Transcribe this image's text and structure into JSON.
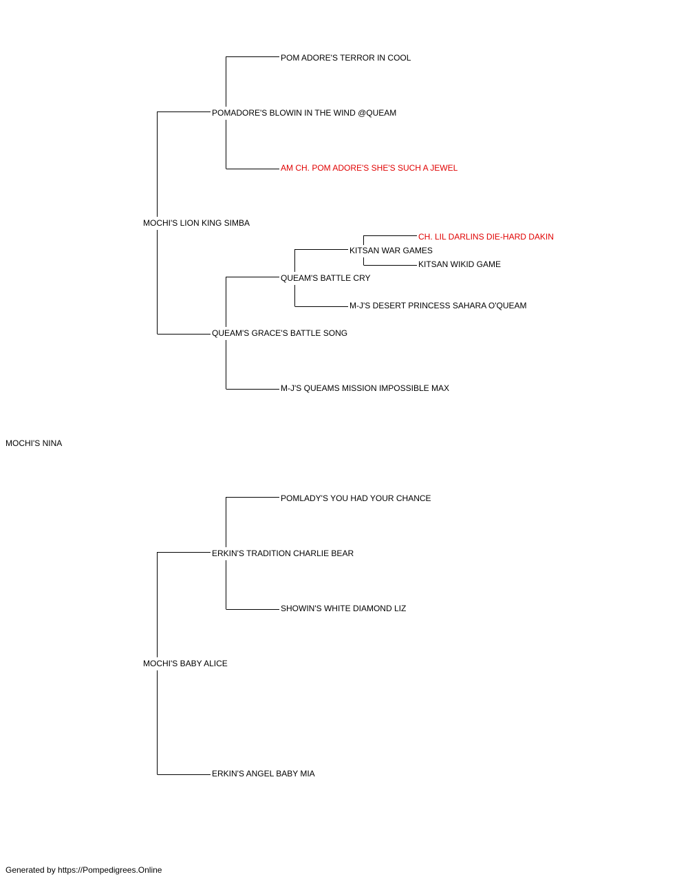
{
  "colors": {
    "line": "#000000",
    "text": "#000000",
    "champion": "#e00000"
  },
  "pedigree": {
    "subject": "MOCHI'S NINA",
    "sire": {
      "name": "MOCHI'S LION KING SIMBA",
      "sire": {
        "name": "POMADORE'S BLOWIN IN THE WIND @QUEAM",
        "sire": {
          "name": "POM ADORE'S TERROR IN COOL"
        },
        "dam": {
          "name": "AM CH. POM ADORE'S SHE'S SUCH A JEWEL",
          "champion": true
        }
      },
      "dam": {
        "name": "QUEAM'S GRACE'S BATTLE SONG",
        "sire": {
          "name": "QUEAM'S BATTLE CRY",
          "sire": {
            "name": "KITSAN WAR GAMES",
            "sire": {
              "name": "CH. LIL DARLINS DIE-HARD DAKIN",
              "champion": true
            },
            "dam": {
              "name": "KITSAN WIKID GAME"
            }
          },
          "dam": {
            "name": "M-J'S DESERT PRINCESS SAHARA O'QUEAM"
          }
        },
        "dam": {
          "name": "M-J'S QUEAMS MISSION IMPOSSIBLE MAX"
        }
      }
    },
    "dam": {
      "name": "MOCHI'S BABY ALICE",
      "sire": {
        "name": "ERKIN'S TRADITION CHARLIE BEAR",
        "sire": {
          "name": "POMLADY'S YOU HAD YOUR CHANCE"
        },
        "dam": {
          "name": "SHOWIN'S WHITE DIAMOND LIZ"
        }
      },
      "dam": {
        "name": "ERKIN'S ANGEL BABY MIA"
      }
    }
  },
  "footer": "Generated by https://Pompedigrees.Online"
}
